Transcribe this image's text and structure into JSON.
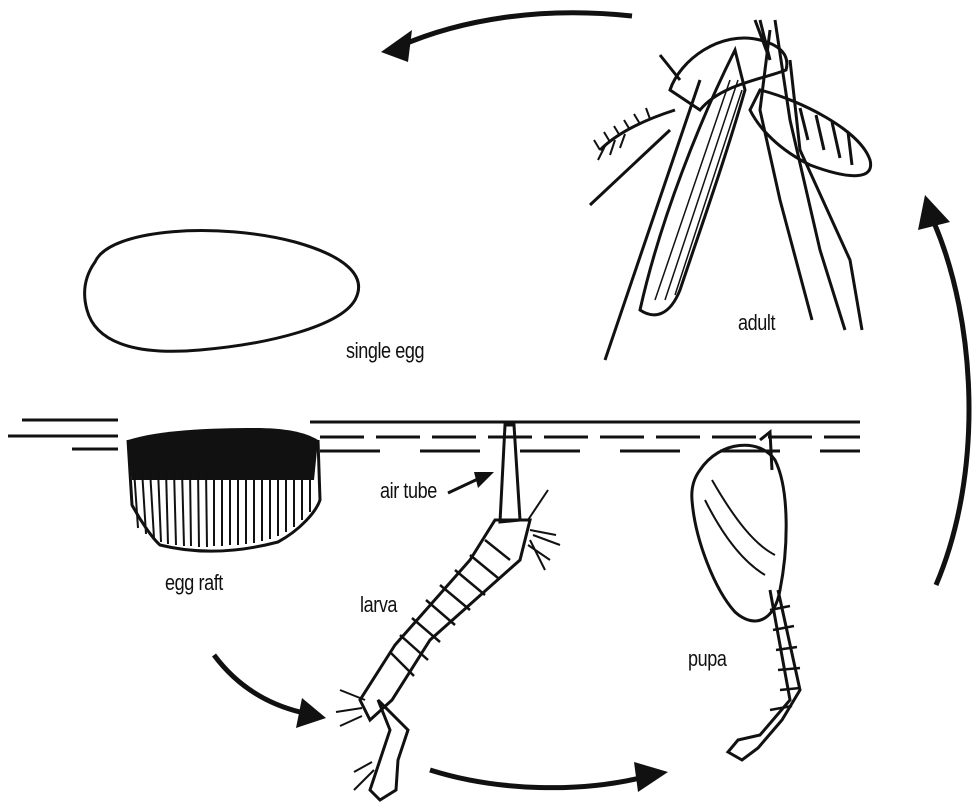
{
  "labels": {
    "single_egg": "single egg",
    "adult": "adult",
    "egg_raft": "egg raft",
    "air_tube": "air tube",
    "larva": "larva",
    "pupa": "pupa"
  },
  "colors": {
    "ink": "#111111",
    "background": "#ffffff"
  }
}
